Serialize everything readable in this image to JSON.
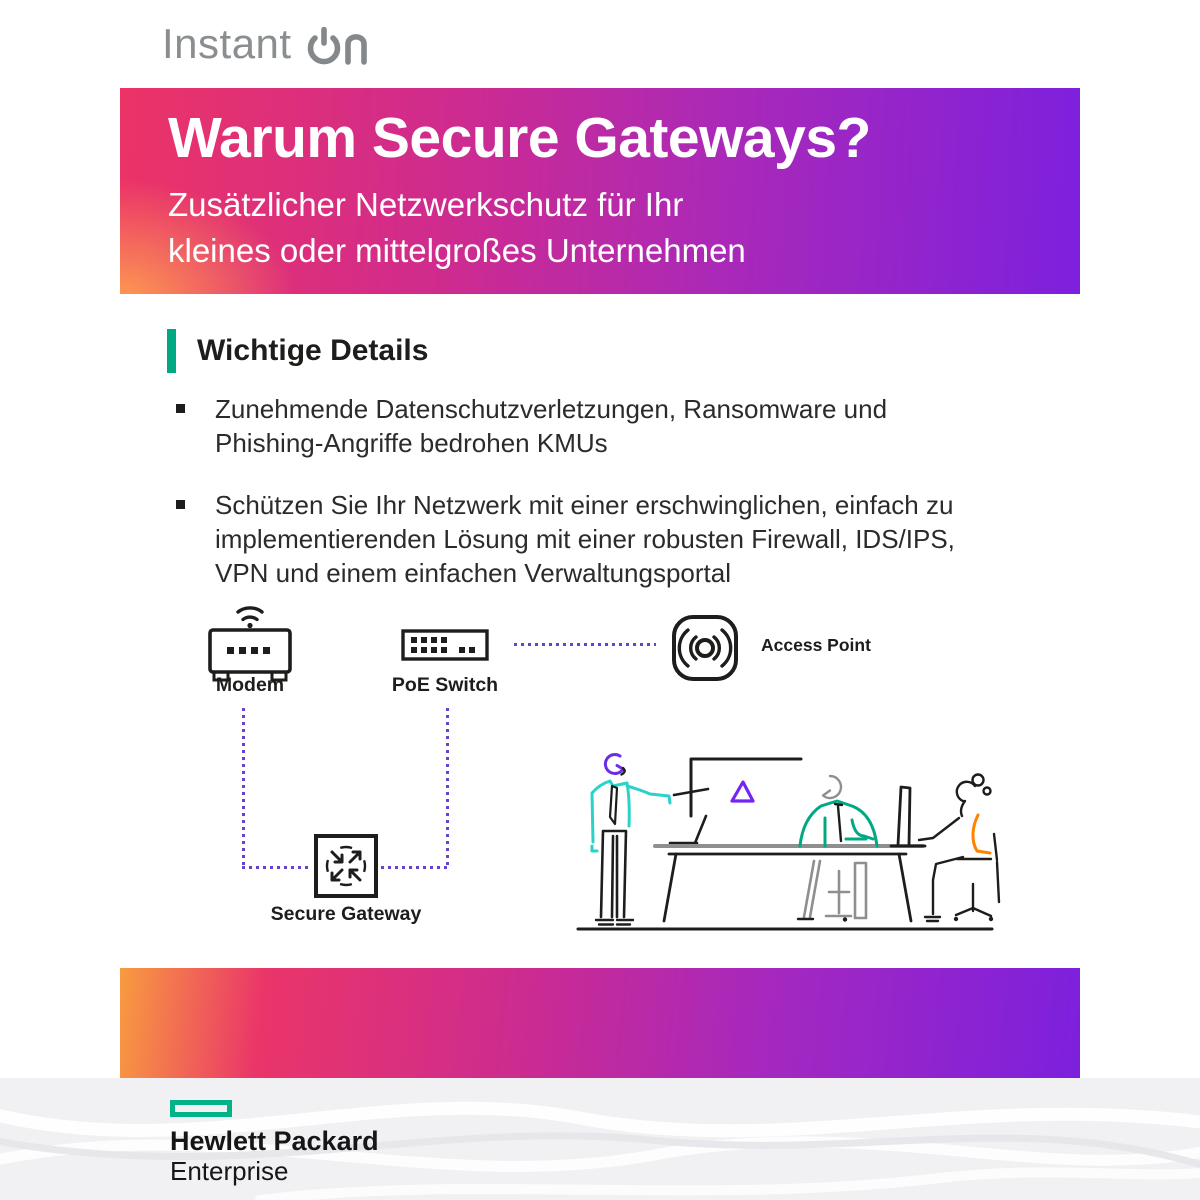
{
  "logo": {
    "text": "Instant",
    "suffix": "On"
  },
  "banner": {
    "title": "Warum Secure Gateways?",
    "subtitle_lines": [
      "Zusätzlicher Netzwerkschutz für Ihr",
      "kleines oder mittelgroßes Unternehmen"
    ]
  },
  "details": {
    "heading": "Wichtige Details",
    "bullets": [
      "Zunehmende Datenschutzverletzungen, Ransomware und Phishing-Angriffe bedrohen KMUs",
      "Schützen Sie Ihr Netzwerk mit einer erschwinglichen, einfach zu implementierenden Lösung mit einer robusten Firewall, IDS/IPS, VPN und einem einfachen Verwaltungsportal"
    ]
  },
  "diagram": {
    "modem_label": "Modem",
    "poe_switch_label": "PoE Switch",
    "access_point_label": "Access Point",
    "secure_gateway_label": "Secure Gateway"
  },
  "footer": {
    "company_line1": "Hewlett Packard",
    "company_line2": "Enterprise"
  },
  "colors": {
    "hpe_green": "#01A982",
    "element_green": "#00B388",
    "accent_teal": "#2AD2C9",
    "accent_purple": "#7425F4",
    "hair_purple": "#6A2EE8",
    "accent_orange": "#FF8300",
    "connector_purple": "#6743C9",
    "gradient_pink": "#EC3366",
    "gradient_magenta": "#AB29B7",
    "gradient_violet": "#7D20DE",
    "gradient_orange": "#FFA14F",
    "logo_gray": "#8B8E90"
  }
}
